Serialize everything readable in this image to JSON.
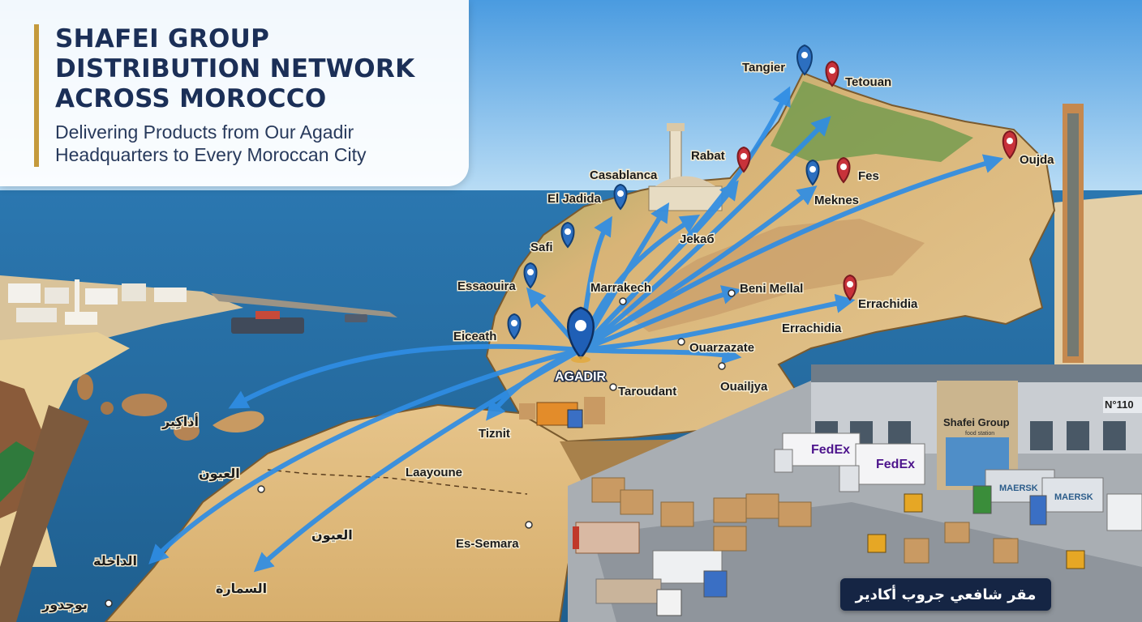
{
  "header": {
    "title": "SHAFEI GROUP DISTRIBUTION NETWORK ACROSS MOROCCO",
    "subtitle": "Delivering Products from Our Agadir Headquarters to Every Moroccan City"
  },
  "hub": {
    "label": "AGADIR"
  },
  "cities": [
    {
      "id": "tangier",
      "label": "Tangier",
      "pin": "blue"
    },
    {
      "id": "tetouan",
      "label": "Tetouan",
      "pin": "red"
    },
    {
      "id": "rabat",
      "label": "Rabat",
      "pin": "red"
    },
    {
      "id": "oujda",
      "label": "Oujda",
      "pin": "red"
    },
    {
      "id": "casablanca",
      "label": "Casablanca",
      "pin": "none"
    },
    {
      "id": "fes",
      "label": "Fes",
      "pin": "red"
    },
    {
      "id": "meknes",
      "label": "Meknes",
      "pin": "blue"
    },
    {
      "id": "el-jadida",
      "label": "El Jadida",
      "pin": "blue"
    },
    {
      "id": "jekab",
      "label": "Jekaб",
      "pin": "none"
    },
    {
      "id": "safi",
      "label": "Safi",
      "pin": "blue"
    },
    {
      "id": "essaouira",
      "label": "Essaouira",
      "pin": "blue"
    },
    {
      "id": "marrakech",
      "label": "Marrakech",
      "pin": "dot"
    },
    {
      "id": "beni-mellal",
      "label": "Beni Mellal",
      "pin": "dot"
    },
    {
      "id": "errachidia-1",
      "label": "Errachidia",
      "pin": "red"
    },
    {
      "id": "errachidia-2",
      "label": "Errachidia",
      "pin": "none"
    },
    {
      "id": "eiceath",
      "label": "Eiceath",
      "pin": "blue"
    },
    {
      "id": "ouarzazate",
      "label": "Ouarzazate",
      "pin": "dot"
    },
    {
      "id": "taroudant",
      "label": "Taroudant",
      "pin": "dot"
    },
    {
      "id": "ouailjya",
      "label": "Ouailjya",
      "pin": "dot"
    },
    {
      "id": "tiznit",
      "label": "Tiznit",
      "pin": "none"
    },
    {
      "id": "agadir-ar",
      "label": "أذاكِير",
      "pin": "none"
    },
    {
      "id": "laayoune-ar-1",
      "label": "العيون",
      "pin": "dot"
    },
    {
      "id": "laayoune",
      "label": "Laayoune",
      "pin": "none"
    },
    {
      "id": "laayoune-ar-2",
      "label": "العيون",
      "pin": "none"
    },
    {
      "id": "es-semara",
      "label": "Es-Semara",
      "pin": "dot"
    },
    {
      "id": "dakhla-ar",
      "label": "الداخلة",
      "pin": "none"
    },
    {
      "id": "smara-ar",
      "label": "السمارة",
      "pin": "none"
    },
    {
      "id": "boujdour-ar",
      "label": "بوجدور",
      "pin": "dot"
    }
  ],
  "warehouse": {
    "sign": "Shafei Group",
    "sign_small": "food station",
    "number": "N°110",
    "trucks": [
      "FedEx",
      "FedEx",
      "MAERSK",
      "MAERSK"
    ],
    "caption": "مقر شافعي جروب أكادير"
  },
  "colors": {
    "sea": "#2f7fb8",
    "land": "#dcb77a",
    "route": "#2f8de4",
    "title_text": "#1b2f57",
    "accent": "#c49a3c"
  }
}
